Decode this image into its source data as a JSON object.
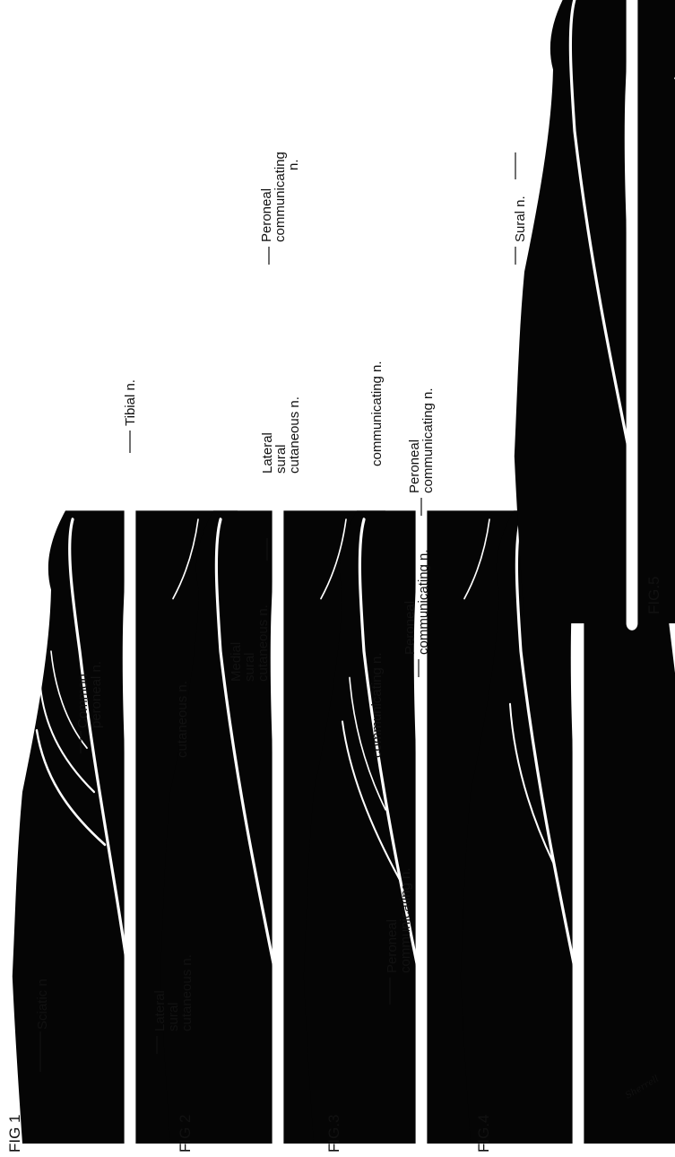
{
  "figures": [
    "FIG 1",
    "FIG 2",
    "FIG.3",
    "FIG.4",
    "FIG.5"
  ],
  "labels": {
    "sciatic": "Sciatic n",
    "lateral_sural_cutaneous_1": [
      "Lateral",
      "sural",
      "cutaneous n."
    ],
    "peroneal_communicating_1": [
      "Peroneal",
      "communicating n."
    ],
    "common_peroneal": [
      "Common",
      "peroneal n."
    ],
    "peroneal_communicating_2": [
      "Peroneal",
      "communicating n."
    ],
    "peroneal_communicating_2b": "communicating n.",
    "medial_sural_cutaneous": [
      "Medial",
      "sural",
      "cutaneous n."
    ],
    "lateral_sural_cutaneous_3": [
      "Lateral",
      "sural",
      "cutaneous n."
    ],
    "peroneal_communicating_3": [
      "Peroneal",
      "communicating n."
    ],
    "peroneal_communicating_3b": "communicating n.",
    "tibial": "Tibial n.",
    "peroneal_communicating_4": [
      "Peroneal",
      "communicating",
      "n."
    ],
    "sural": "Sural n."
  },
  "signature": "Sherrell"
}
